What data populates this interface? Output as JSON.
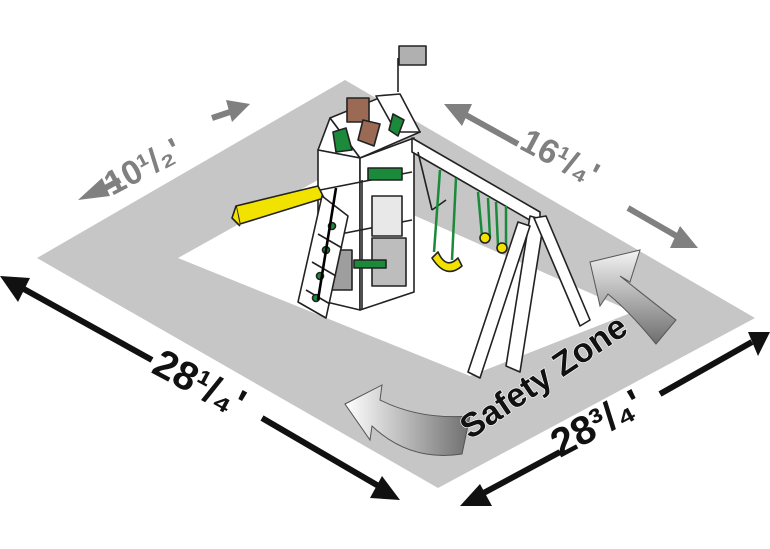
{
  "dimensions": {
    "inner_left": "10¹/₂'",
    "inner_right": "16¹/₄'",
    "outer_left": "28¹/₄'",
    "outer_right": "28³/₄'"
  },
  "safety_zone_label": "Safety Zone",
  "colors": {
    "zone": "#c6c6c6",
    "arrow_light": "#808080",
    "arrow_dark": "#111111",
    "slide": "#f2e200",
    "accent_green": "#1b8a3a",
    "roof_brown": "#9a6a55",
    "flag": "#b0b0b0"
  },
  "icons": [
    "flag-icon",
    "slide-icon",
    "swing-icon",
    "trapeze-icon",
    "ladder-icon"
  ]
}
